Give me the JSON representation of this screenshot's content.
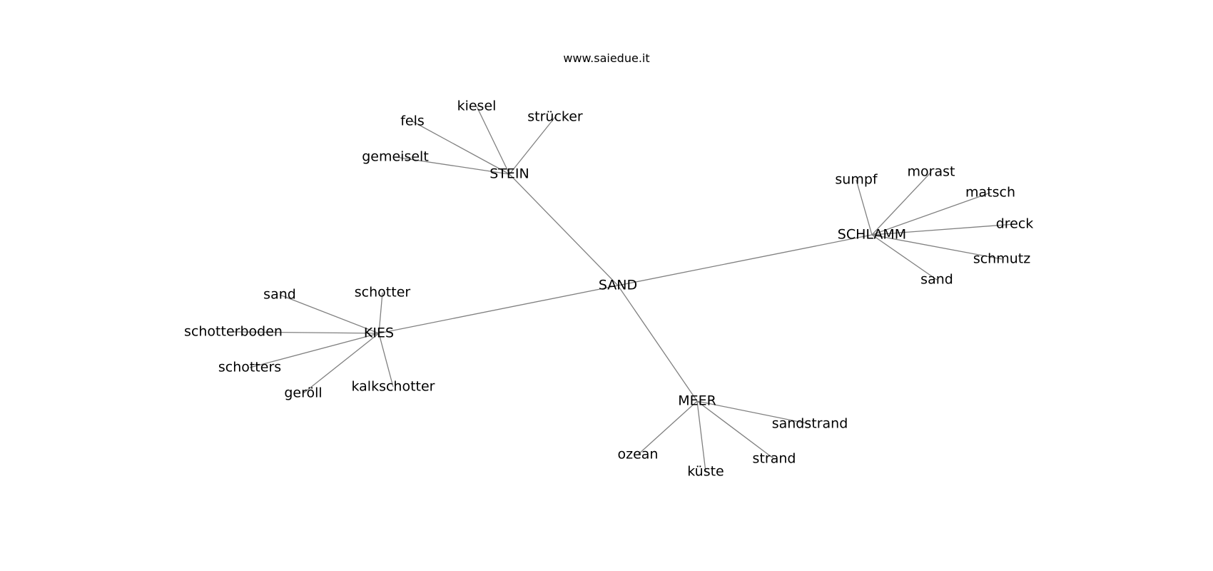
{
  "watermark": "www.saiedue.it",
  "colors": {
    "edge": "#808080",
    "label": "#000000",
    "background": "#ffffff"
  },
  "graph": {
    "center": "SAND",
    "hubs": [
      {
        "id": "STEIN",
        "label": "STEIN",
        "leaves": [
          "gemeiselt",
          "fels",
          "kiesel",
          "strücker"
        ]
      },
      {
        "id": "SCHLAMM",
        "label": "SCHLAMM",
        "leaves": [
          "sumpf",
          "morast",
          "matsch",
          "dreck",
          "schmutz",
          "sand"
        ]
      },
      {
        "id": "KIES",
        "label": "KIES",
        "leaves": [
          "sand",
          "schotter",
          "schotterboden",
          "schotters",
          "geröll",
          "kalkschotter"
        ]
      },
      {
        "id": "MEER",
        "label": "MEER",
        "leaves": [
          "ozean",
          "küste",
          "strand",
          "sandstrand"
        ]
      }
    ]
  }
}
